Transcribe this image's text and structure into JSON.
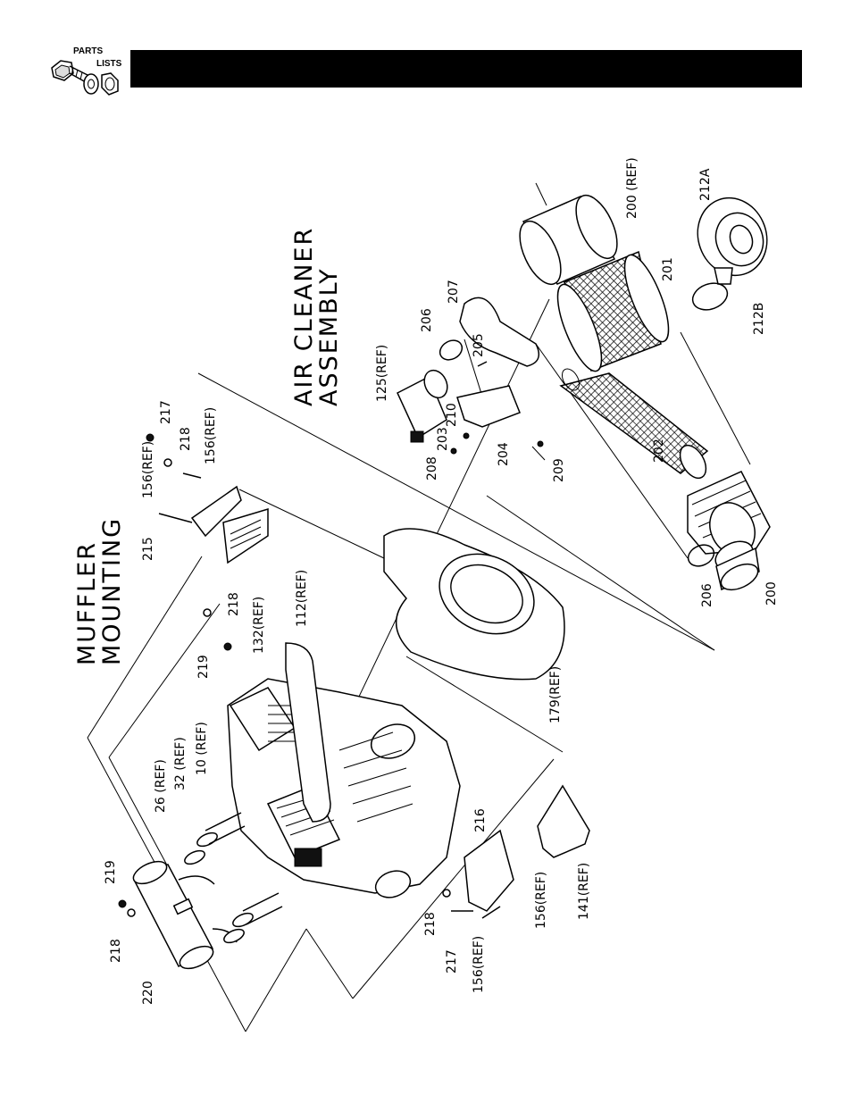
{
  "header": {
    "logo_line1": "PARTS",
    "logo_line2": "LISTS"
  },
  "sections": {
    "muffler_title_line1": "MUFFLER",
    "muffler_title_line2": "MOUNTING",
    "air_title_line1": "AIR CLEANER",
    "air_title_line2": "ASSEMBLY"
  },
  "labels": {
    "l200ref": "200 (REF)",
    "l212a": "212A",
    "l201": "201",
    "l212b": "212B",
    "l207": "207",
    "l206a": "206",
    "l205": "205",
    "l125": "125(REF)",
    "l210": "210",
    "l203": "203",
    "l208": "208",
    "l204": "204",
    "l209": "209",
    "l202": "202",
    "l206b": "206",
    "l200": "200",
    "l217a": "217",
    "l218a": "218",
    "l156a": "156(REF)",
    "l156b": "156(REF)",
    "l215": "215",
    "l112": "112(REF)",
    "l218b": "218",
    "l219a": "219",
    "l132": "132(REF)",
    "l179": "179(REF)",
    "l26": "26 (REF)",
    "l32": "32 (REF)",
    "l10": "10 (REF)",
    "l219b": "219",
    "l218c": "218",
    "l220": "220",
    "l216": "216",
    "l218d": "218",
    "l217b": "217",
    "l156c": "156(REF)",
    "l156d": "156(REF)",
    "l141": "141(REF)"
  }
}
